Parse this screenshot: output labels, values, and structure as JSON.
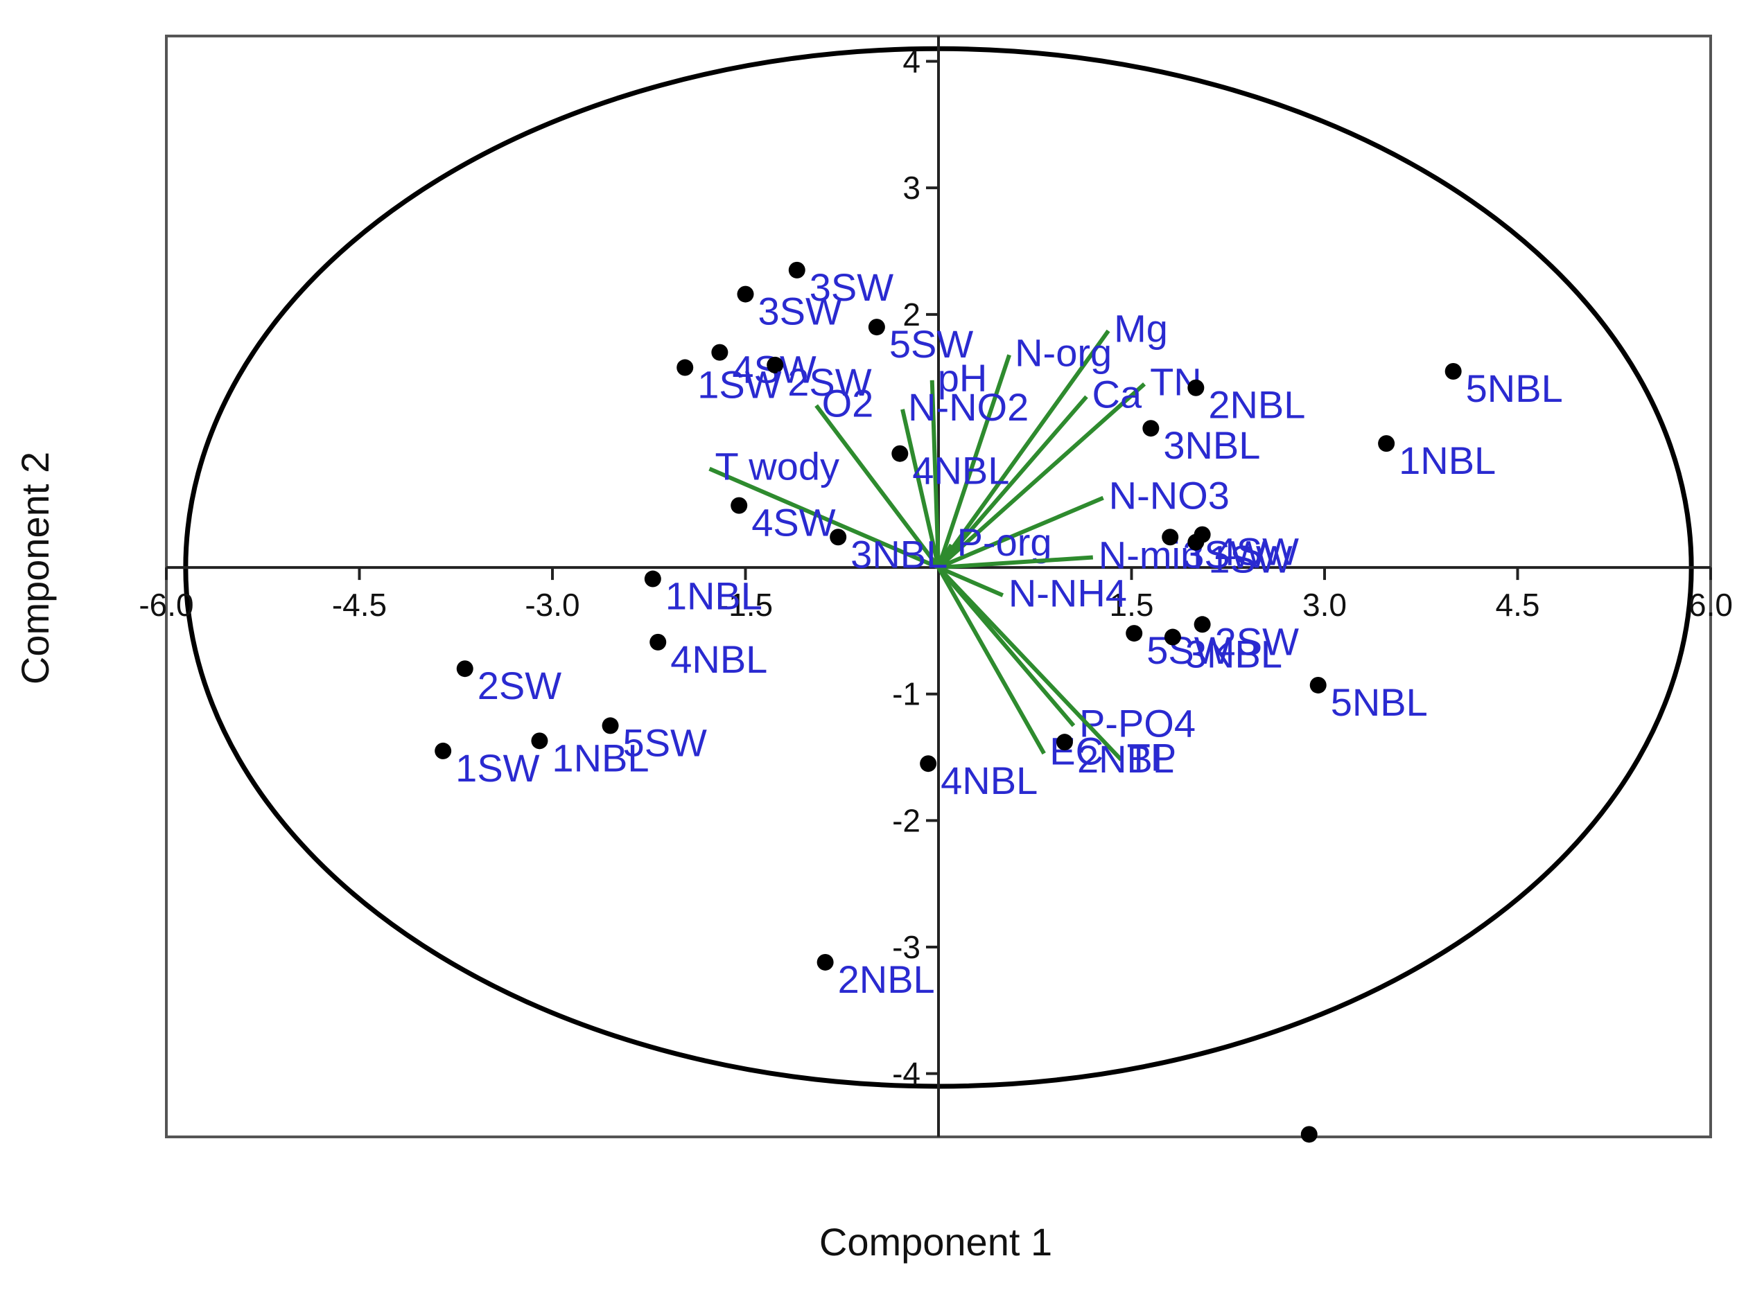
{
  "chart_data": {
    "type": "scatter",
    "subtype": "pca-biplot",
    "title": "",
    "xlabel": "Component 1",
    "ylabel": "Component 2",
    "xlim": [
      -6.0,
      6.0
    ],
    "ylim": [
      -4.5,
      4.2
    ],
    "x_ticks": [
      -6.0,
      -4.5,
      -3.0,
      -1.5,
      1.5,
      3.0,
      4.5,
      6.0
    ],
    "x_tick_labels": [
      "-6.0",
      "-4.5",
      "-3.0",
      "-1.5",
      "1.5",
      "3.0",
      "4.5",
      "6.0"
    ],
    "y_ticks": [
      -4,
      -3,
      -2,
      -1,
      2,
      3,
      4
    ],
    "y_tick_labels": [
      "-4",
      "-3",
      "-2",
      "-1",
      "2",
      "3",
      "4"
    ],
    "grid": false,
    "ellipse": {
      "rx": 5.85,
      "ry": 4.1
    },
    "colors": {
      "points": "#000000",
      "labels": "#2a2ad0",
      "vectors": "#2e8b2e",
      "axes": "#222222"
    },
    "points": [
      {
        "label": "3SW",
        "x": -1.1,
        "y": 2.35
      },
      {
        "label": "3SW",
        "x": -1.5,
        "y": 2.16
      },
      {
        "label": "4SW",
        "x": -1.7,
        "y": 1.7
      },
      {
        "label": "2SW",
        "x": -1.27,
        "y": 1.6
      },
      {
        "label": "1SW",
        "x": -1.97,
        "y": 1.58
      },
      {
        "label": "5SW",
        "x": -0.48,
        "y": 1.9
      },
      {
        "label": "4NBL",
        "x": -0.3,
        "y": 0.9
      },
      {
        "label": "4SW",
        "x": -1.55,
        "y": 0.49
      },
      {
        "label": "3NBL",
        "x": -0.78,
        "y": 0.24
      },
      {
        "label": "1NBL",
        "x": -2.22,
        "y": -0.09
      },
      {
        "label": "4NBL",
        "x": -2.18,
        "y": -0.59
      },
      {
        "label": "2SW",
        "x": -3.68,
        "y": -0.8
      },
      {
        "label": "1NBL",
        "x": -3.1,
        "y": -1.37
      },
      {
        "label": "5SW",
        "x": -2.55,
        "y": -1.25
      },
      {
        "label": "1SW",
        "x": -3.85,
        "y": -1.45
      },
      {
        "label": "4NBL",
        "x": -0.08,
        "y": -1.55
      },
      {
        "label": "2NBL",
        "x": -0.88,
        "y": -3.12
      },
      {
        "label": "2NBL",
        "x": 2.0,
        "y": 1.42
      },
      {
        "label": "3NBL",
        "x": 1.65,
        "y": 1.1
      },
      {
        "label": "5NBL",
        "x": 4.0,
        "y": 1.55
      },
      {
        "label": "1NBL",
        "x": 3.48,
        "y": 0.98
      },
      {
        "label": "3SW",
        "x": 1.8,
        "y": 0.24
      },
      {
        "label": "4SW",
        "x": 2.05,
        "y": 0.26
      },
      {
        "label": "1SW",
        "x": 2.0,
        "y": 0.2
      },
      {
        "label": "5SW",
        "x": 1.52,
        "y": -0.52
      },
      {
        "label": "3NBL",
        "x": 1.82,
        "y": -0.55
      },
      {
        "label": "2SW",
        "x": 2.05,
        "y": -0.45
      },
      {
        "label": "5NBL",
        "x": 2.95,
        "y": -0.93
      },
      {
        "label": "2NBL",
        "x": 0.98,
        "y": -1.38
      },
      {
        "label": "",
        "x": 2.88,
        "y": -4.48
      }
    ],
    "vectors": [
      {
        "label": "Mg",
        "x": 1.32,
        "y": 1.87
      },
      {
        "label": "TN",
        "x": 1.6,
        "y": 1.45
      },
      {
        "label": "N-org",
        "x": 0.55,
        "y": 1.68
      },
      {
        "label": "Ca",
        "x": 1.15,
        "y": 1.35
      },
      {
        "label": "pH",
        "x": -0.05,
        "y": 1.48
      },
      {
        "label": "O2",
        "x": -0.95,
        "y": 1.28
      },
      {
        "label": "N-NO2",
        "x": -0.28,
        "y": 1.25
      },
      {
        "label": "T wody",
        "x": -1.78,
        "y": 0.78
      },
      {
        "label": "N-NO3",
        "x": 1.28,
        "y": 0.55
      },
      {
        "label": "P-org",
        "x": 0.1,
        "y": 0.18
      },
      {
        "label": "N-min",
        "x": 1.2,
        "y": 0.08
      },
      {
        "label": "N-NH4",
        "x": 0.5,
        "y": -0.22
      },
      {
        "label": "EC",
        "x": 0.82,
        "y": -1.47
      },
      {
        "label": "P-PO4",
        "x": 1.05,
        "y": -1.25
      },
      {
        "label": "TP",
        "x": 1.42,
        "y": -1.52
      }
    ]
  }
}
